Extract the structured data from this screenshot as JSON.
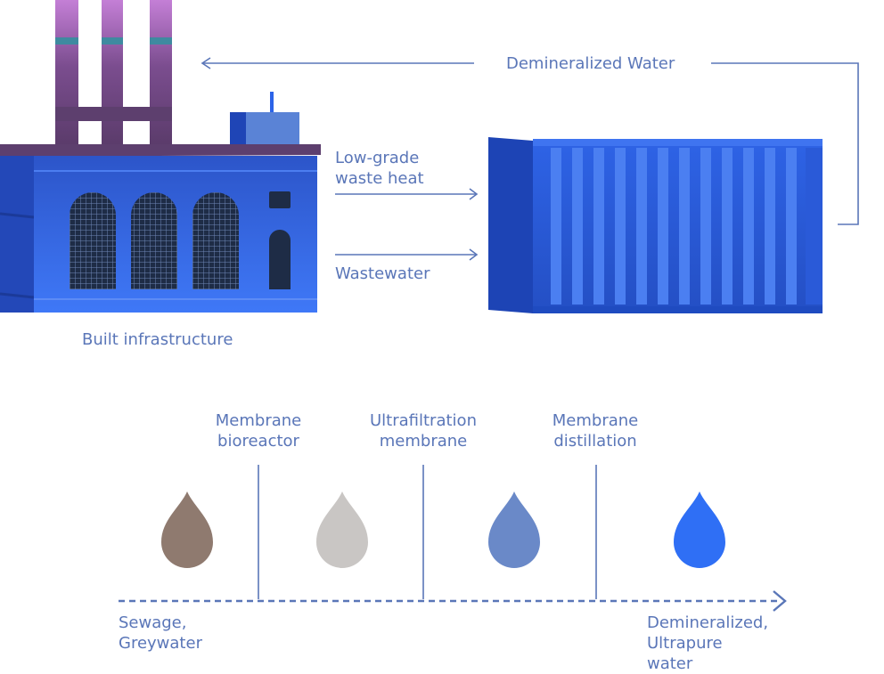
{
  "top_flow": {
    "return_label": "Demineralized Water",
    "heat_label_line1": "Low-grade",
    "heat_label_line2": "waste heat",
    "wastewater_label": "Wastewater",
    "factory_caption": "Built infrastructure"
  },
  "process": {
    "stages": [
      {
        "line1": "Membrane",
        "line2": "bioreactor"
      },
      {
        "line1": "Ultrafiltration",
        "line2": "membrane"
      },
      {
        "line1": "Membrane",
        "line2": "distillation"
      }
    ],
    "input_label_line1": "Sewage,",
    "input_label_line2": "Greywater",
    "output_label_line1": "Demineralized,",
    "output_label_line2": "Ultrapure",
    "output_label_line3": "water"
  },
  "colors": {
    "label": "#5a76b8",
    "line": "#5a76b8",
    "factory_blue": "#2e5fe0",
    "chimney_purple": "#6d4a80",
    "container_blue": "#2a5ad8",
    "drop_sewage": "#8f7a6f",
    "drop_filtered": "#c9c6c4",
    "drop_treated": "#6a89c8",
    "drop_pure": "#2f6ff5"
  }
}
